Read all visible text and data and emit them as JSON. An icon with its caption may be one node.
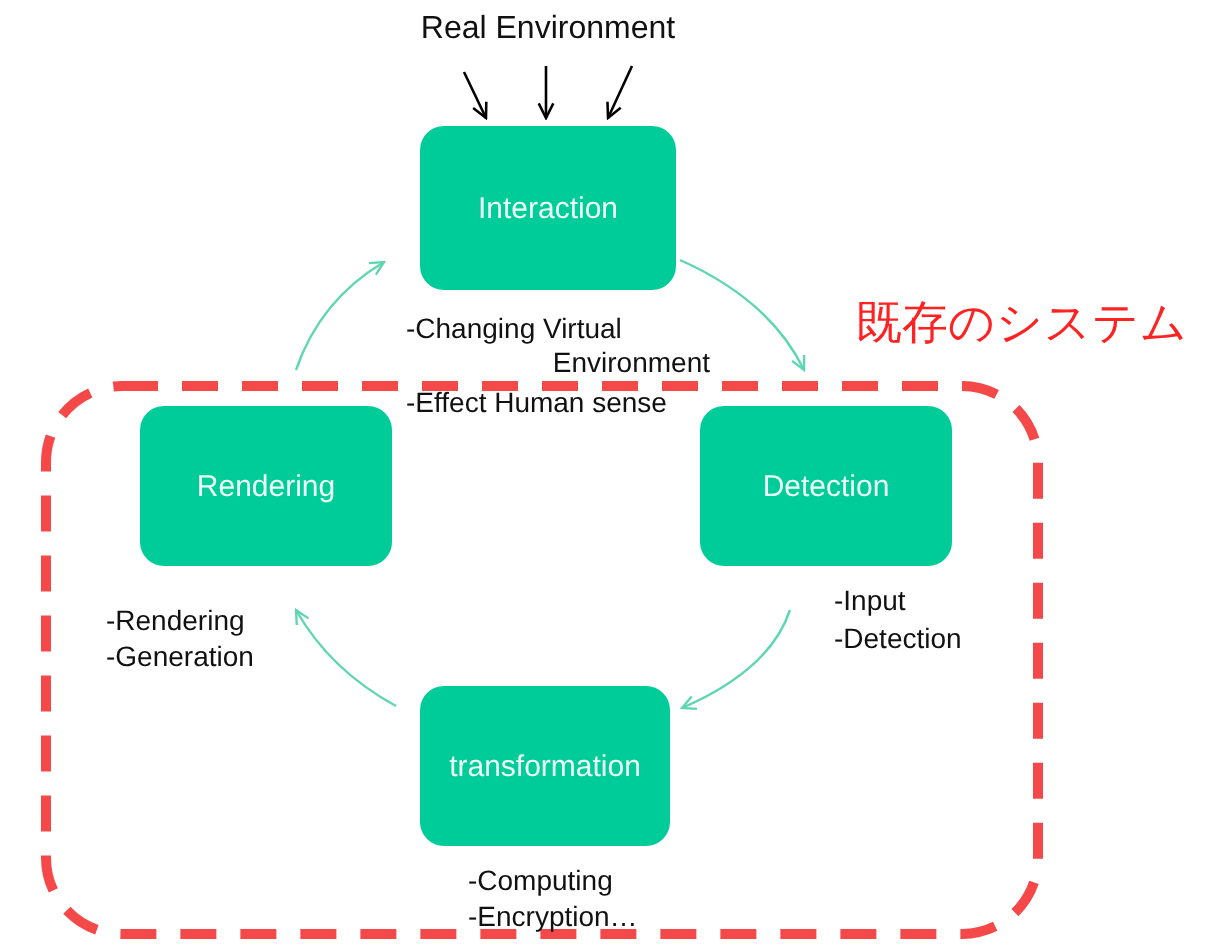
{
  "diagram": {
    "nodes": [
      {
        "text": [
          "Real Environment"
        ]
      },
      {
        "text": [
          "Interaction"
        ],
        "beside": [
          "-Changing Virtual Environment",
          "-Effect Human sense"
        ]
      },
      {
        "text": [
          "既存のシステム"
        ]
      },
      {
        "text": [
          "Rendering"
        ],
        "in": 2,
        "beside": [
          "-Rendering",
          "-Generation"
        ]
      },
      {
        "text": [
          "Detection"
        ],
        "in": 2,
        "beside": [
          "-Input",
          "-Detection"
        ]
      },
      {
        "text": [
          "transformation"
        ],
        "in": 2,
        "beside": [
          "-Computing",
          "-Encryption…"
        ]
      }
    ],
    "edges": [
      {
        "from": 0,
        "to": 1,
        "arrow": "to",
        "color": "#000000"
      },
      {
        "from": 0,
        "to": 1,
        "arrow": "to",
        "color": "#000000"
      },
      {
        "from": 0,
        "to": 1,
        "arrow": "to",
        "color": "#000000"
      },
      {
        "from": 1,
        "to": 4,
        "arrow": "to"
      },
      {
        "from": 4,
        "to": 5,
        "arrow": "to"
      },
      {
        "from": 5,
        "to": 3,
        "arrow": "to"
      },
      {
        "from": 3,
        "to": 1,
        "arrow": "to"
      }
    ]
  }
}
